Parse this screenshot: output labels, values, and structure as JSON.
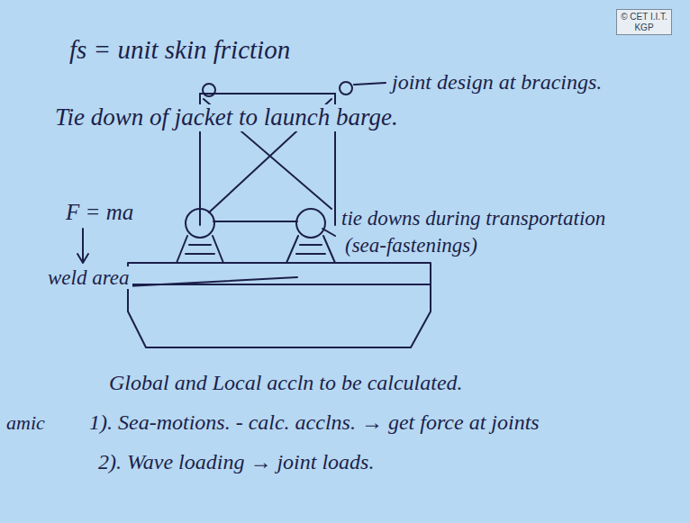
{
  "diagram": {
    "nodes": [
      {
        "text": [
          "© CET I.I.T. KGP"
        ]
      }
    ],
    "labels": [
      "fs = unit skin friction",
      "joint design at bracings.",
      "Tie down of jacket to launch barge.",
      "F = ma",
      "weld area",
      "tie downs during transportation",
      "(sea-fastenings)",
      "Global and Local accln to be calculated.",
      "amic",
      "1). Sea-motions. - calc. acclns. → get force at joints",
      "2). Wave loading → joint loads."
    ]
  }
}
